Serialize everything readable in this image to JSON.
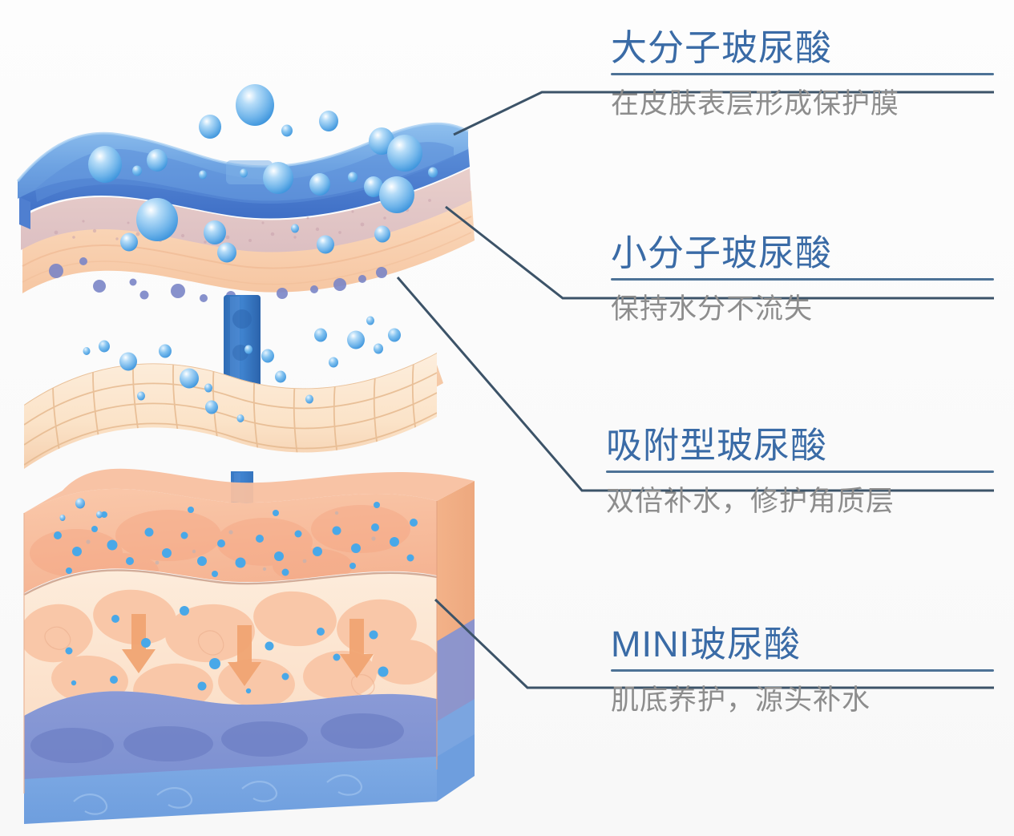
{
  "meta": {
    "kind": "skincare-infographic",
    "subject": "hyaluronic-acid-skin-penetration-diagram",
    "background_color": "#fbfbfb"
  },
  "palette": {
    "title_blue": "#3a6ba6",
    "rule_blue": "#4d7296",
    "desc_gray": "#8d8d8d",
    "leader_line": "#3c5368",
    "film_blue_top": "#7fb3e6",
    "film_blue_mid": "#5f8ed8",
    "film_blue_edge": "#3f6fc6",
    "droplet_blue": "#79bdee",
    "droplet_blue_dark": "#3f96dd",
    "mauve_layer": "#e8c9c5",
    "peach_layer": "#fad7bb",
    "cream_mesh": "#fbe6cf",
    "cube_top_peach": "#f8c0a0",
    "cube_mid_cream": "#fde3cd",
    "cube_blue": "#7e93d2",
    "cube_blue_low": "#6e9ede",
    "arrow_blue": "#2f6cb5",
    "arrow_orange": "#f0a472"
  },
  "labels": [
    {
      "id": "large-molecule",
      "title": "大分子玻尿酸",
      "desc": "在皮肤表层形成保护膜"
    },
    {
      "id": "small-molecule",
      "title": "小分子玻尿酸",
      "desc": "保持水分不流失"
    },
    {
      "id": "adsorptive",
      "title": "吸附型玻尿酸",
      "desc": "双倍补水，修护角质层"
    },
    {
      "id": "mini",
      "title": "MINI玻尿酸",
      "desc": "肌底养护，源头补水"
    }
  ]
}
